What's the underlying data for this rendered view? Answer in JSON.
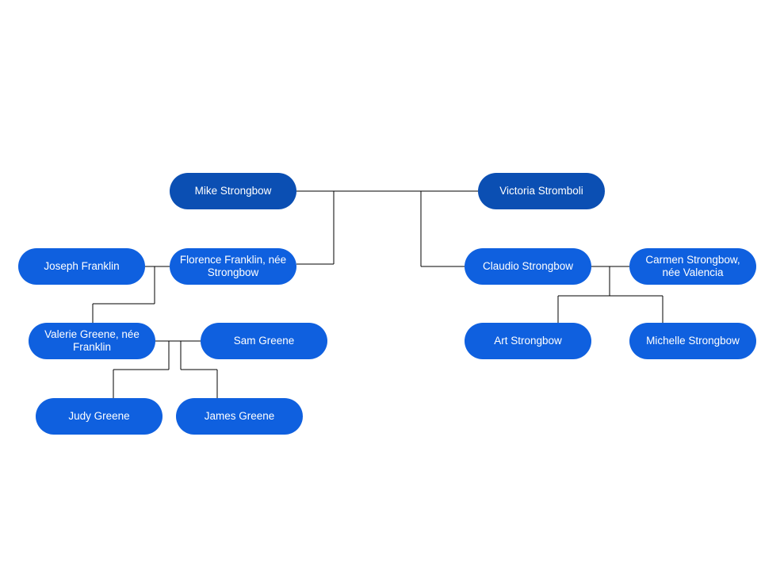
{
  "colors": {
    "root_node": "#0b4fb3",
    "node": "#0f60df",
    "node_text": "#ffffff",
    "connector": "#000000",
    "background": "#ffffff"
  },
  "people": {
    "mike": "Mike Strongbow",
    "victoria": "Victoria Stromboli",
    "joseph": "Joseph Franklin",
    "florence": "Florence Franklin, née Strongbow",
    "claudio": "Claudio Strongbow",
    "carmen": "Carmen Strongbow, née Valencia",
    "valerie": "Valerie Greene, née Franklin",
    "sam": "Sam Greene",
    "art": "Art Strongbow",
    "michelle": "Michelle Strongbow",
    "judy": "Judy Greene",
    "james": "James Greene"
  }
}
